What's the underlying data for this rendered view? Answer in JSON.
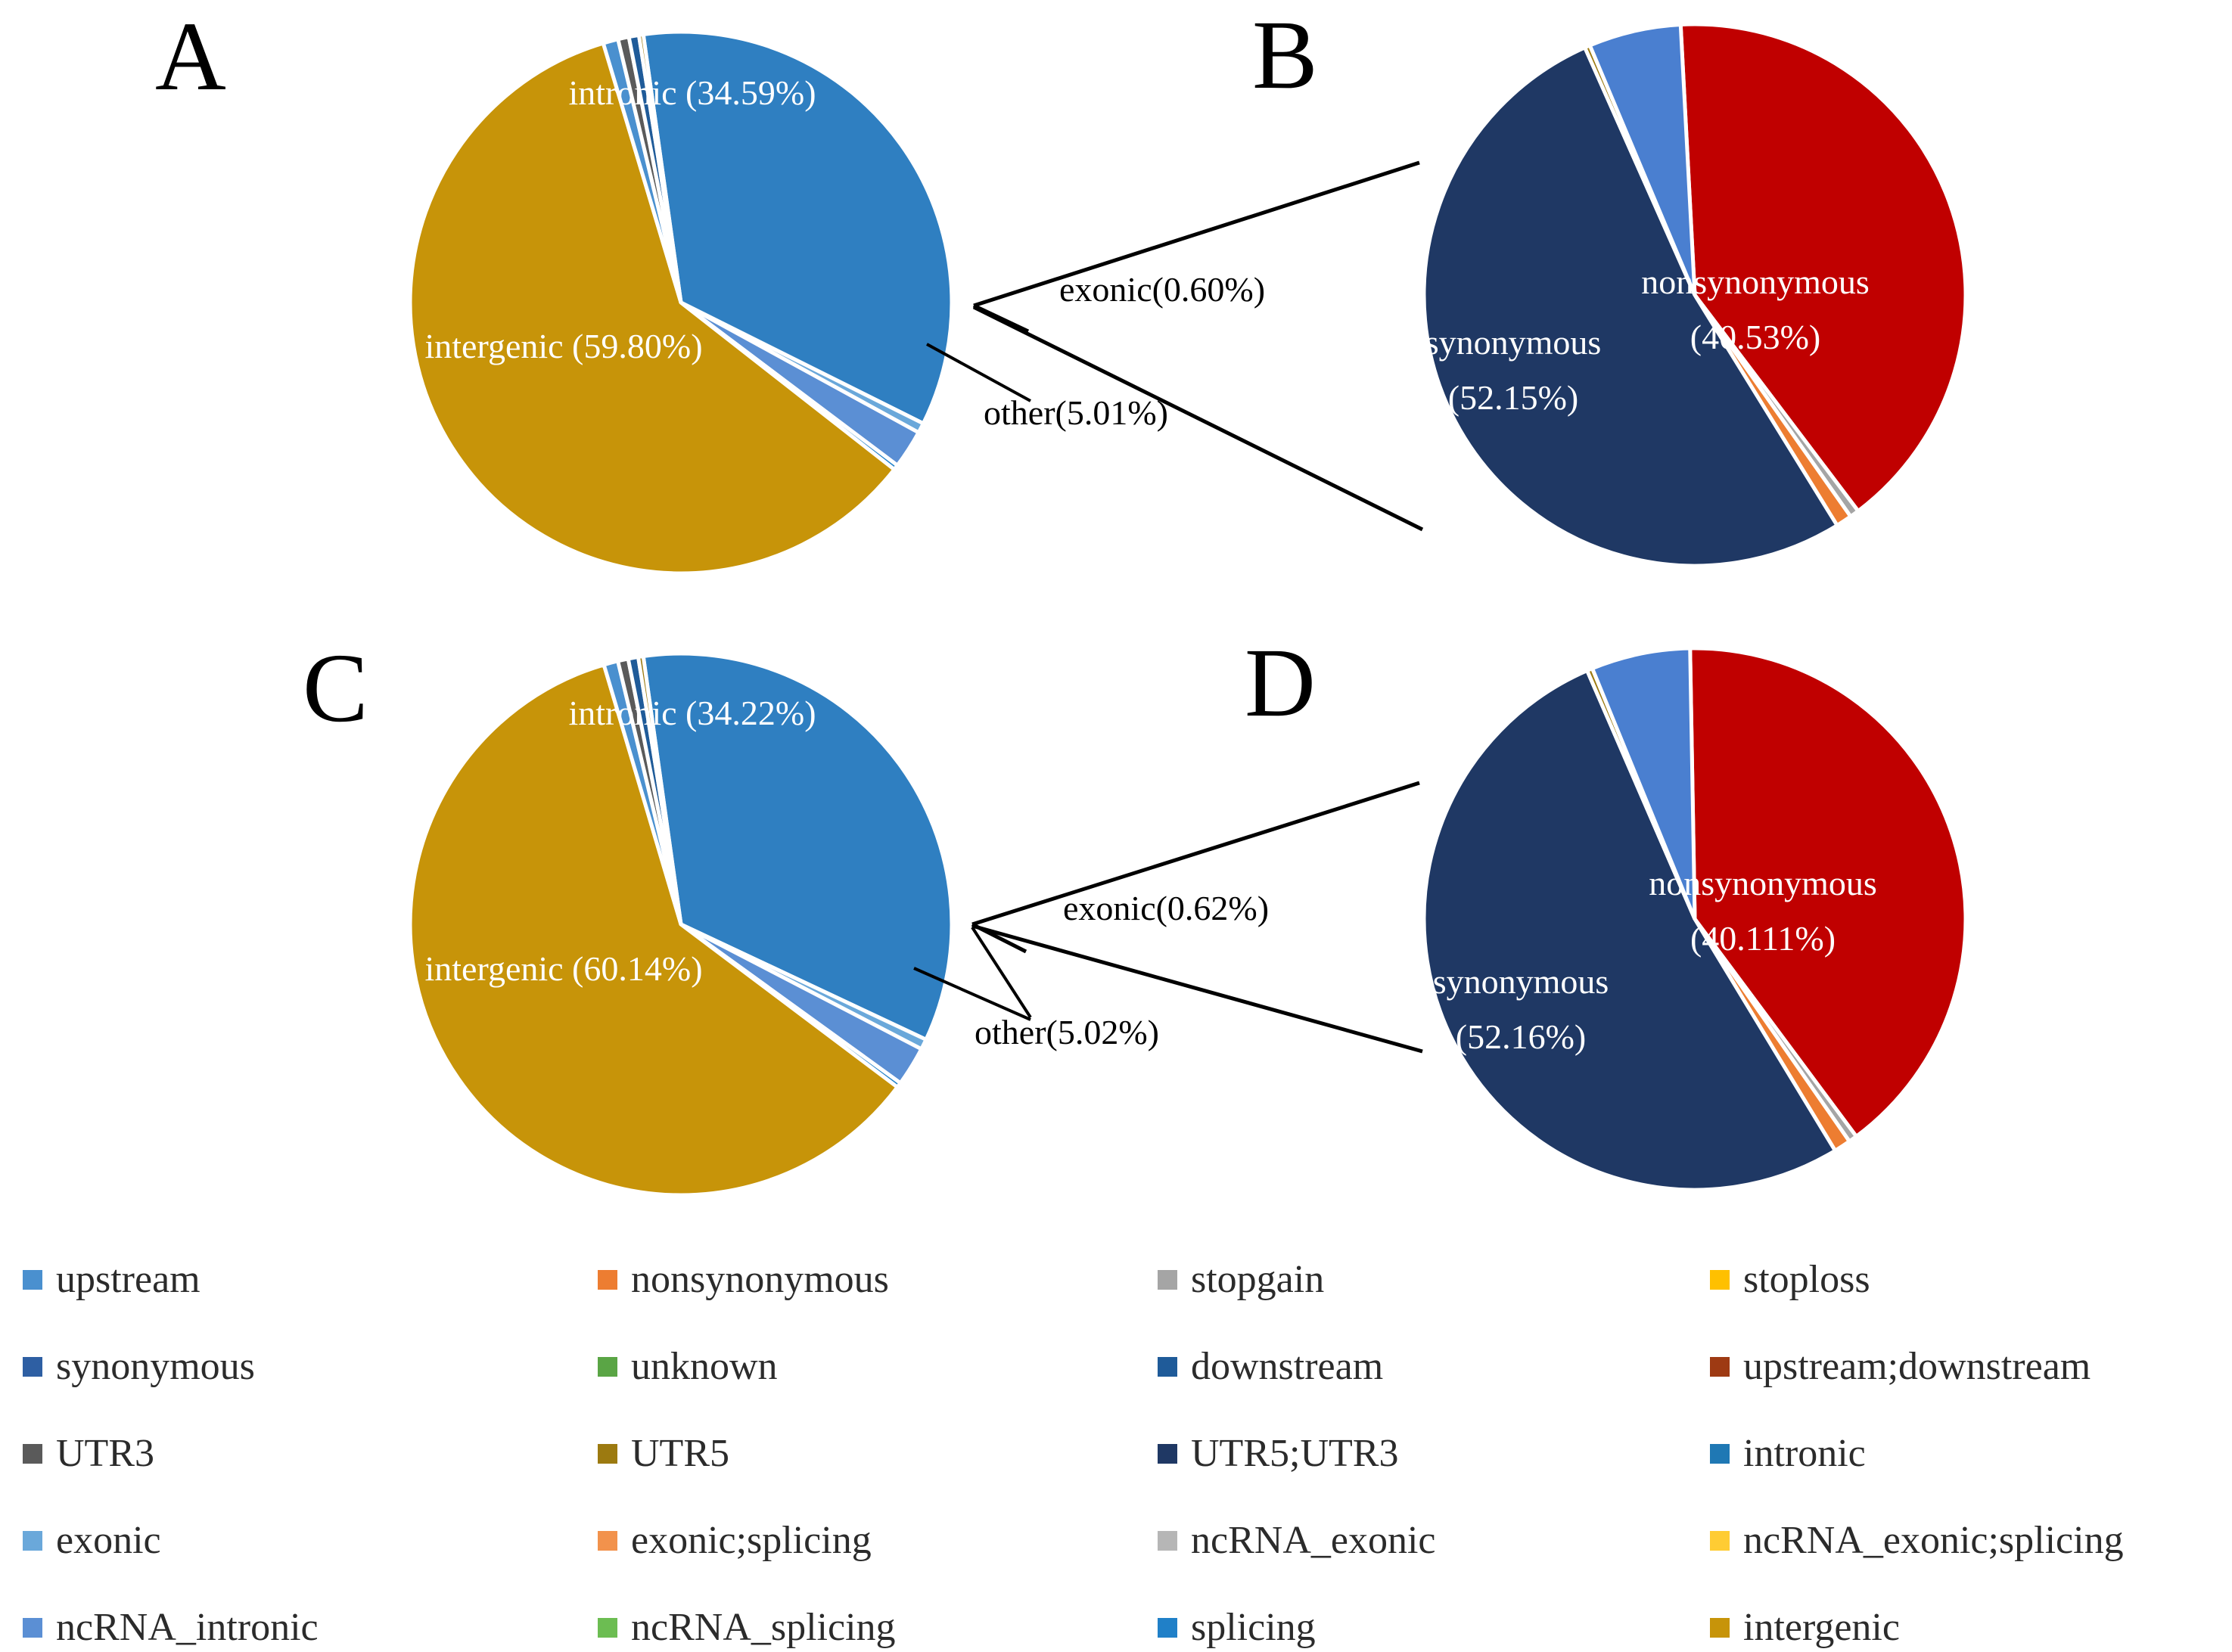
{
  "figure": {
    "panels": [
      {
        "letter": "A"
      },
      {
        "letter": "B"
      },
      {
        "letter": "C"
      },
      {
        "letter": "D"
      }
    ]
  },
  "labels": {
    "a_intronic": "intronic (34.59%)",
    "a_intergenic": "intergenic (59.80%)",
    "a_exonic": "exonic(0.60%)",
    "a_other": "other(5.01%)",
    "b_nonsyn_line1": "nonsynonymous",
    "b_nonsyn_line2": "(40.53%)",
    "b_syn_line1": "synonymous",
    "b_syn_line2": "(52.15%)",
    "c_intronic": "intronic (34.22%)",
    "c_intergenic": "intergenic (60.14%)",
    "c_exonic": "exonic(0.62%)",
    "c_other": "other(5.02%)",
    "d_nonsyn_line1": "nonsynonymous",
    "d_nonsyn_line2": "(40.111%)",
    "d_syn_line1": "synonymous",
    "d_syn_line2": "(52.16%)"
  },
  "legend": {
    "items": [
      {
        "label": "upstream",
        "color": "#4a90cf"
      },
      {
        "label": "nonsynonymous",
        "color": "#ed7d31"
      },
      {
        "label": "stopgain",
        "color": "#a5a5a5"
      },
      {
        "label": "stoploss",
        "color": "#ffc000"
      },
      {
        "label": "synonymous",
        "color": "#2e5fa3"
      },
      {
        "label": "unknown",
        "color": "#5aa545"
      },
      {
        "label": "downstream",
        "color": "#1f5b99"
      },
      {
        "label": "upstream;downstream",
        "color": "#9e3a13"
      },
      {
        "label": "UTR3",
        "color": "#5a5a5a"
      },
      {
        "label": "UTR5",
        "color": "#9c7a10"
      },
      {
        "label": "UTR5;UTR3",
        "color": "#1f3864"
      },
      {
        "label": "intronic",
        "color": "#1f78b4"
      },
      {
        "label": "exonic",
        "color": "#6aa8da"
      },
      {
        "label": "exonic;splicing",
        "color": "#f2924c"
      },
      {
        "label": "ncRNA_exonic",
        "color": "#b6b6b6"
      },
      {
        "label": "ncRNA_exonic;splicing",
        "color": "#ffcc33"
      },
      {
        "label": "ncRNA_intronic",
        "color": "#5b8fd4"
      },
      {
        "label": "ncRNA_splicing",
        "color": "#6cbd52"
      },
      {
        "label": "splicing",
        "color": "#2080c8"
      },
      {
        "label": "intergenic",
        "color": "#c79409"
      }
    ]
  },
  "chart_data": [
    {
      "id": "A",
      "type": "pie",
      "title": "A",
      "start_angle_deg": -8,
      "slices": [
        {
          "name": "intronic",
          "value": 34.59,
          "color": "#2f7fc1",
          "label": "intronic (34.59%)"
        },
        {
          "name": "exonic",
          "value": 0.6,
          "color": "#6aa8da",
          "label": "exonic(0.60%)"
        },
        {
          "name": "ncRNA_intronic",
          "value": 2.3,
          "color": "#5b8fd4",
          "label": ""
        },
        {
          "name": "splicing",
          "value": 0.3,
          "color": "#2080c8",
          "label": ""
        },
        {
          "name": "intergenic",
          "value": 59.8,
          "color": "#c79409",
          "label": "intergenic (59.80%)"
        },
        {
          "name": "upstream",
          "value": 0.9,
          "color": "#4a90cf",
          "label": ""
        },
        {
          "name": "UTR3",
          "value": 0.65,
          "color": "#5a5a5a",
          "label": ""
        },
        {
          "name": "downstream",
          "value": 0.6,
          "color": "#1f5b99",
          "label": ""
        },
        {
          "name": "UTR5",
          "value": 0.26,
          "color": "#9c7a10",
          "label": ""
        }
      ],
      "grouped": {
        "exonic": 0.6,
        "other": 5.01
      }
    },
    {
      "id": "B",
      "type": "pie",
      "title": "B",
      "start_angle_deg": -3,
      "slices": [
        {
          "name": "nonsynonymous",
          "value": 40.53,
          "color": "#c00000",
          "label": "nonsynonymous (40.53%)"
        },
        {
          "name": "stopgain",
          "value": 0.55,
          "color": "#a5a5a5",
          "label": ""
        },
        {
          "name": "exonic;splicing",
          "value": 0.95,
          "color": "#ed7d31",
          "label": ""
        },
        {
          "name": "synonymous",
          "value": 52.15,
          "color": "#1f3864",
          "label": "synonymous (52.15%)"
        },
        {
          "name": "UTR5",
          "value": 0.32,
          "color": "#9c7a10",
          "label": ""
        },
        {
          "name": "unknown",
          "value": 5.5,
          "color": "#4a7fd0",
          "label": ""
        }
      ]
    },
    {
      "id": "C",
      "type": "pie",
      "title": "C",
      "start_angle_deg": -8,
      "slices": [
        {
          "name": "intronic",
          "value": 34.22,
          "color": "#2f7fc1",
          "label": "intronic (34.22%)"
        },
        {
          "name": "exonic",
          "value": 0.62,
          "color": "#6aa8da",
          "label": "exonic(0.62%)"
        },
        {
          "name": "ncRNA_intronic",
          "value": 2.35,
          "color": "#5b8fd4",
          "label": ""
        },
        {
          "name": "splicing",
          "value": 0.3,
          "color": "#2080c8",
          "label": ""
        },
        {
          "name": "intergenic",
          "value": 60.14,
          "color": "#c79409",
          "label": "intergenic (60.14%)"
        },
        {
          "name": "upstream",
          "value": 0.85,
          "color": "#4a90cf",
          "label": ""
        },
        {
          "name": "UTR3",
          "value": 0.62,
          "color": "#5a5a5a",
          "label": ""
        },
        {
          "name": "downstream",
          "value": 0.6,
          "color": "#1f5b99",
          "label": ""
        },
        {
          "name": "UTR5",
          "value": 0.3,
          "color": "#9c7a10",
          "label": ""
        }
      ],
      "grouped": {
        "exonic": 0.62,
        "other": 5.02
      }
    },
    {
      "id": "D",
      "type": "pie",
      "title": "D",
      "start_angle_deg": -1,
      "slices": [
        {
          "name": "nonsynonymous",
          "value": 40.111,
          "color": "#c00000",
          "label": "nonsynonymous (40.111%)"
        },
        {
          "name": "stopgain",
          "value": 0.5,
          "color": "#a5a5a5",
          "label": ""
        },
        {
          "name": "exonic;splicing",
          "value": 1.0,
          "color": "#ed7d31",
          "label": ""
        },
        {
          "name": "synonymous",
          "value": 52.16,
          "color": "#1f3864",
          "label": "synonymous (52.16%)"
        },
        {
          "name": "UTR5",
          "value": 0.33,
          "color": "#9c7a10",
          "label": ""
        },
        {
          "name": "unknown",
          "value": 5.9,
          "color": "#4a7fd0",
          "label": ""
        }
      ]
    }
  ]
}
